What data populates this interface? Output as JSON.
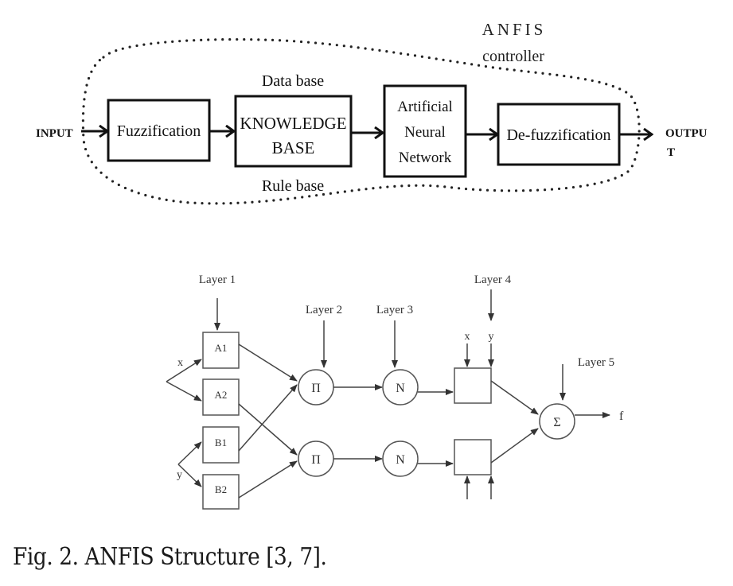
{
  "top_diagram": {
    "controller_label_line1": "ANFIS",
    "controller_label_line2": "controller",
    "input_label": "INPUT",
    "output_label_line1": "OUTPU",
    "output_label_line2": "T",
    "data_base_label": "Data base",
    "rule_base_label": "Rule base",
    "blocks": {
      "fuzzification": "Fuzzification",
      "knowledge_base_line1": "KNOWLEDGE",
      "knowledge_base_line2": "BASE",
      "ann_line1": "Artificial",
      "ann_line2": "Neural",
      "ann_line3": "Network",
      "defuzzification": "De-fuzzification"
    }
  },
  "bottom_diagram": {
    "layers": [
      "Layer 1",
      "Layer 2",
      "Layer 3",
      "Layer 4",
      "Layer 5"
    ],
    "inputs": {
      "x": "x",
      "y": "y"
    },
    "layer1_nodes": [
      "A1",
      "A2",
      "B1",
      "B2"
    ],
    "layer2_symbol": "Π",
    "layer3_symbol": "N",
    "layer4_inputs": {
      "x": "x",
      "y": "y"
    },
    "layer5_symbol": "Σ",
    "output": "f"
  },
  "caption": "Fig. 2. ANFIS Structure [3, 7]."
}
